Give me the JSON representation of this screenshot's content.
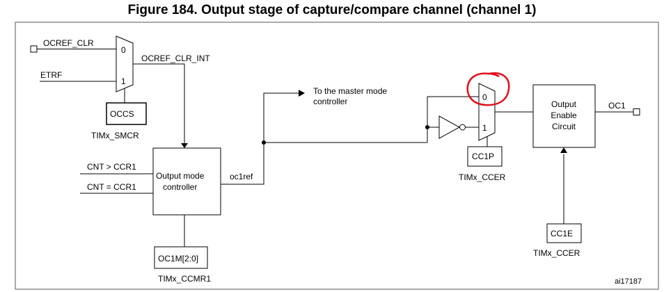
{
  "title": "Figure 184. Output stage of capture/compare channel (channel 1)",
  "labels": {
    "ocref_clr": "OCREF_CLR",
    "etrf": "ETRF",
    "mux1_in0": "0",
    "mux1_in1": "1",
    "ocref_clr_int": "OCREF_CLR_INT",
    "occs": "OCCS",
    "timx_smcr": "TIMx_SMCR",
    "to_master_line1": "To the master mode",
    "to_master_line2": "controller",
    "cnt_gt_ccr1": "CNT > CCR1",
    "cnt_eq_ccr1": "CNT = CCR1",
    "omc_line1": "Output mode",
    "omc_line2": "controller",
    "oc1ref": "oc1ref",
    "oc1m": "OC1M[2:0]",
    "timx_ccmr1": "TIMx_CCMR1",
    "mux2_in0": "0",
    "mux2_in1": "1",
    "cc1p": "CC1P",
    "timx_ccer_1": "TIMx_CCER",
    "oec_line1": "Output",
    "oec_line2": "Enable",
    "oec_line3": "Circuit",
    "oc1": "OC1",
    "cc1e": "CC1E",
    "timx_ccer_2": "TIMx_CCER",
    "ref_id": "ai17187"
  },
  "colors": {
    "line": "#000000",
    "highlight": "#e0101e",
    "frame": "#555555"
  }
}
